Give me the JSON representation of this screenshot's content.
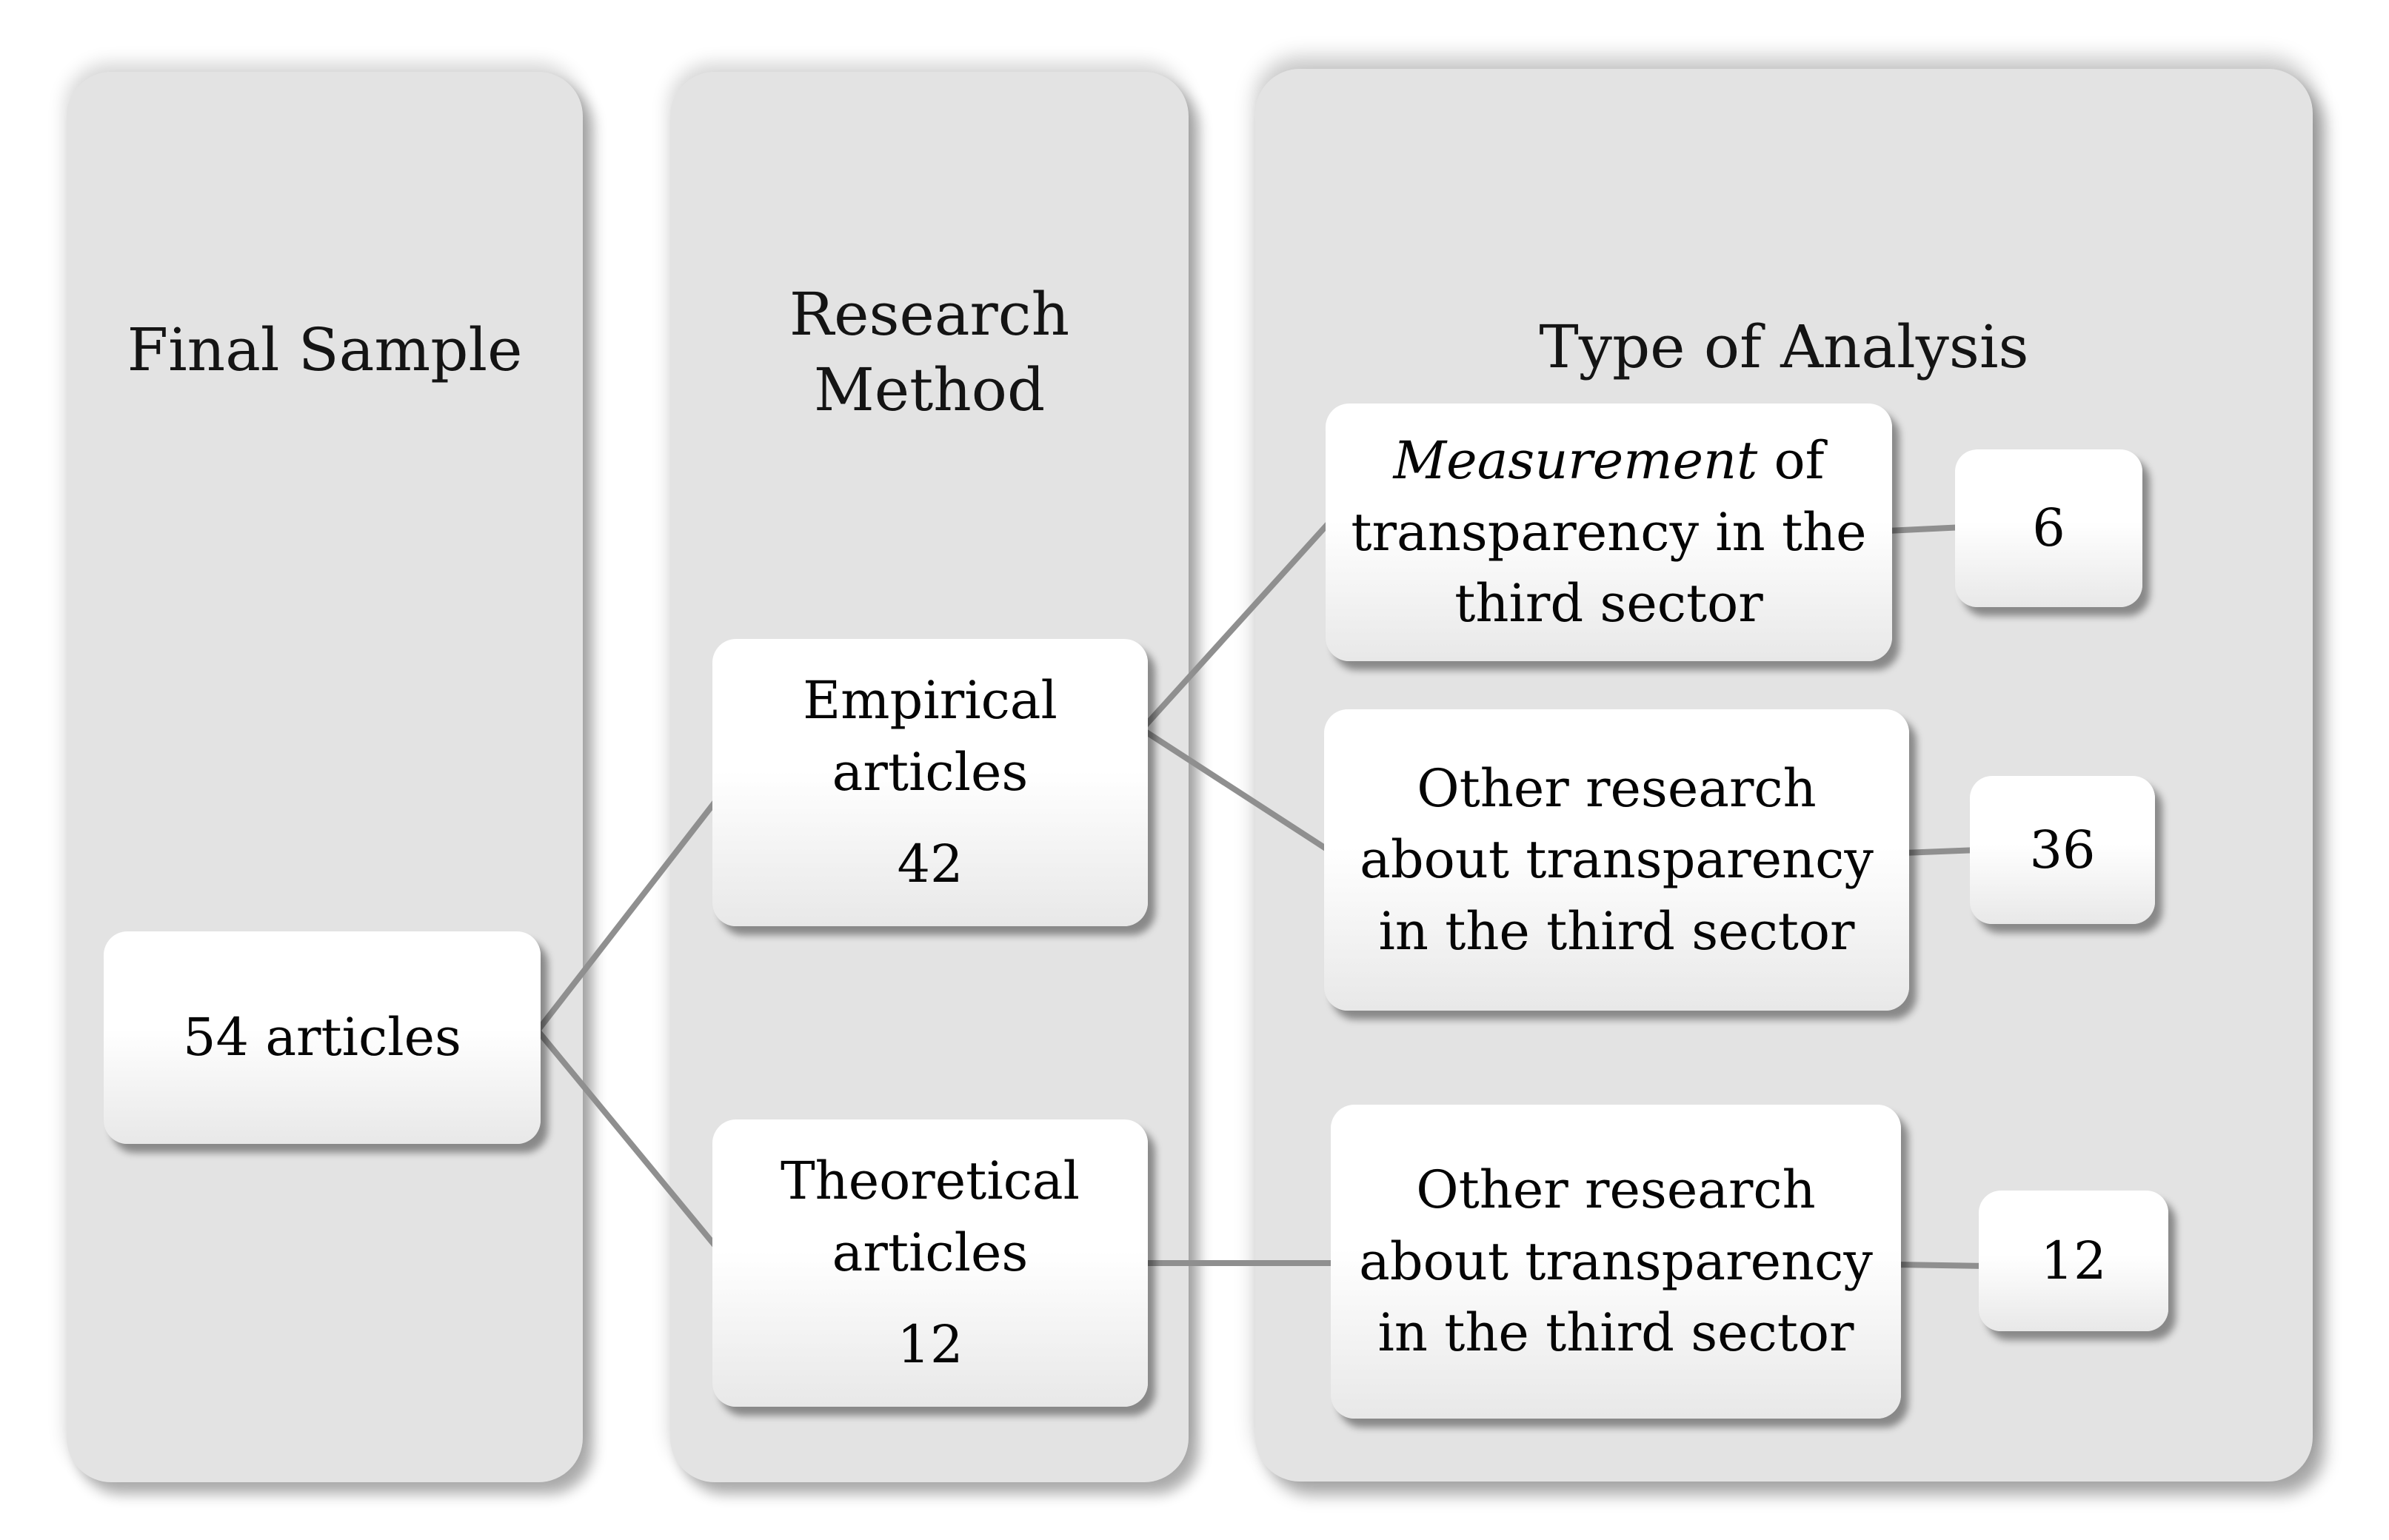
{
  "figure": {
    "columns": {
      "final_sample": {
        "title": "Final Sample"
      },
      "research_method": {
        "title": "Research\nMethod"
      },
      "type_of_analysis": {
        "title": "Type of Analysis"
      }
    },
    "nodes": {
      "sample": {
        "label": "54 articles"
      },
      "empirical": {
        "label": "Empirical\narticles",
        "count": "42"
      },
      "theoretical": {
        "label": "Theoretical\narticles",
        "count": "12"
      },
      "measurement": {
        "title_em": "Measurement",
        "title_rest": " of",
        "body": "transparency in the\nthird sector",
        "count": "6"
      },
      "other_empirical": {
        "label": "Other research\nabout transparency\nin the third sector",
        "count": "36"
      },
      "other_theoretical": {
        "label": "Other research\nabout transparency\nin the third sector",
        "count": "12"
      }
    },
    "colors": {
      "background": "#ffffff",
      "panel_fill": "#e3e3e3",
      "node_fill_top": "#ffffff",
      "node_fill_bottom": "#e8e8e8",
      "connector": "#8f8f8f",
      "text": "#0d0d0d"
    }
  }
}
